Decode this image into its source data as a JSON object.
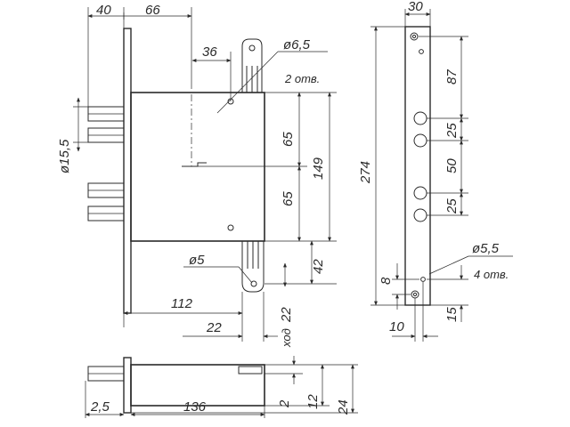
{
  "dims": {
    "d40": "40",
    "d66": "66",
    "d36": "36",
    "phi65": "ø6,5",
    "holes2": "2 отв.",
    "phi155": "ø15,5",
    "d65a": "65",
    "d65b": "65",
    "d149": "149",
    "d274": "274",
    "d42": "42",
    "phi5": "ø5",
    "d112": "112",
    "d22a": "22",
    "d22b": "22",
    "hod": "ход",
    "d30": "30",
    "d87": "87",
    "d25a": "25",
    "d50": "50",
    "d25b": "25",
    "phi55": "ø5,5",
    "holes4": "4 отв.",
    "d8": "8",
    "d10": "10",
    "d15": "15",
    "d25c": "2,5",
    "d136": "136",
    "d2": "2",
    "d12": "12",
    "d24": "24"
  },
  "colors": {
    "line": "#2a2a2a",
    "background": "#ffffff"
  }
}
